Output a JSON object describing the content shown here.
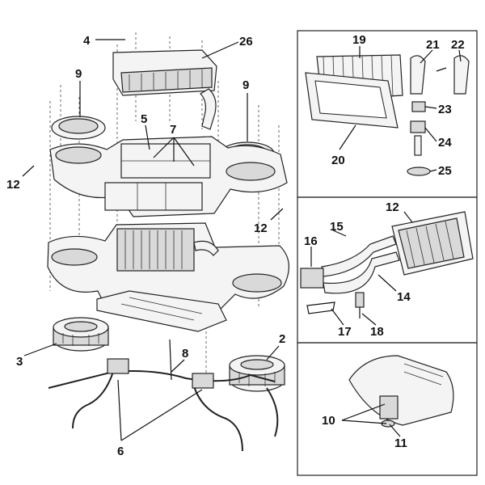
{
  "callouts": {
    "c2": "2",
    "c3": "3",
    "c4": "4",
    "c5": "5",
    "c6": "6",
    "c7": "7",
    "c8": "8",
    "c9a": "9",
    "c9b": "9",
    "c10": "10",
    "c11": "11",
    "c12a": "12",
    "c12b": "12",
    "c12c": "12",
    "c14": "14",
    "c15": "15",
    "c16": "16",
    "c17": "17",
    "c18": "18",
    "c19": "19",
    "c20": "20",
    "c21": "21",
    "c22": "22",
    "c23": "23",
    "c24": "24",
    "c25": "25",
    "c26": "26"
  },
  "colors": {
    "line": "#222222",
    "fill": "#f4f4f4",
    "shade": "#d9d9d9",
    "background": "#ffffff"
  }
}
